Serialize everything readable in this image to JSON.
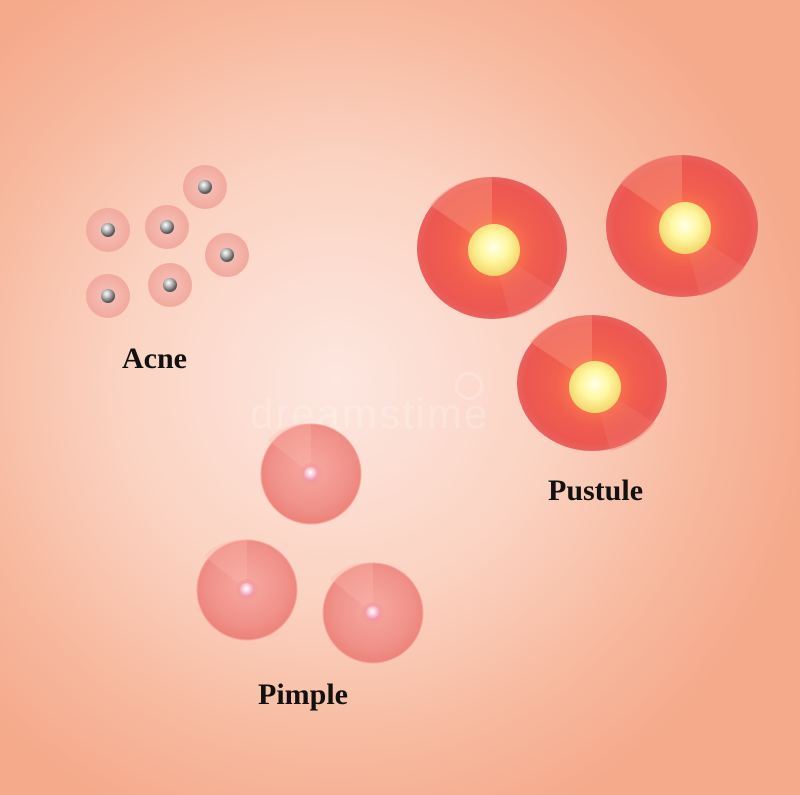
{
  "labels": {
    "acne": "Acne",
    "pustule": "Pustule",
    "pimple": "Pimple"
  },
  "watermark": {
    "text": "dreamstime",
    "kind": "watermark"
  },
  "colors": {
    "background": "#f9c2ad",
    "acne_spot": "#f4b7ab",
    "acne_core": "#8a8a8a",
    "pimple_ring": "#f08f86",
    "pimple_core": "#f7b0c2",
    "pustule_ring": "#ef5b4e",
    "pustule_core": "#fff59a"
  },
  "icons": [
    "acne-spot-icon",
    "pimple-icon",
    "pustule-icon"
  ]
}
